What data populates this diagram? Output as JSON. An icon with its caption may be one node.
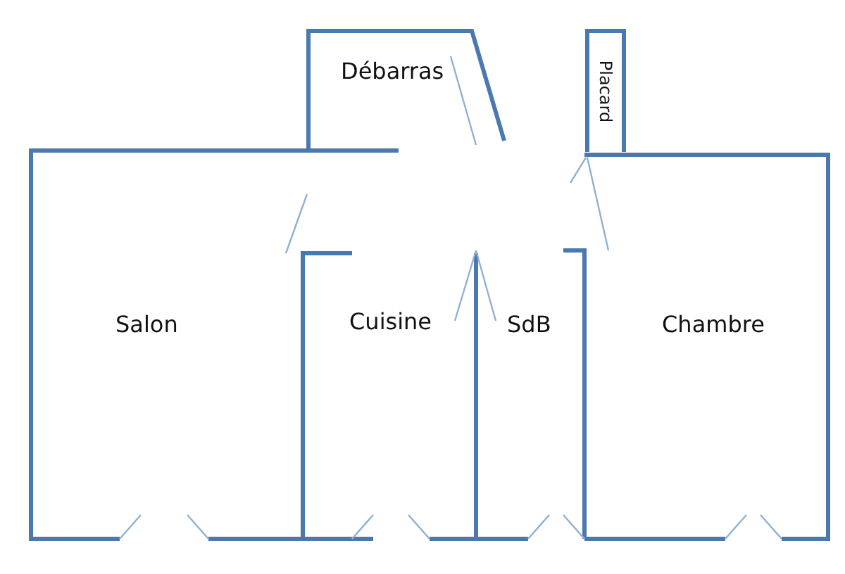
{
  "diagram": {
    "labels": [
      "Débarras",
      "Placard",
      "Salon",
      "Cuisine",
      "SdB",
      "Chambre"
    ]
  }
}
